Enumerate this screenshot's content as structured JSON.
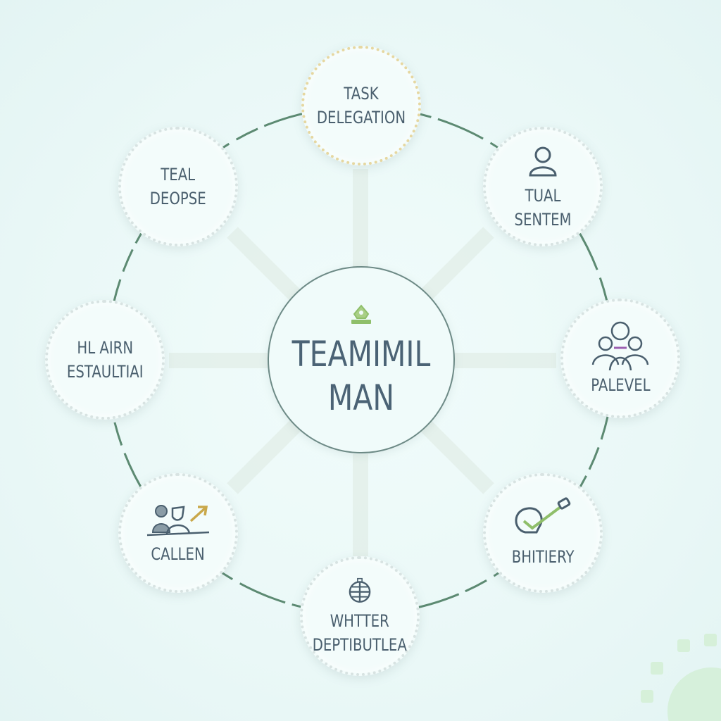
{
  "diagram": {
    "center": {
      "title": "TEAMIMIL\nMAN",
      "icon": "crown-badge-icon"
    },
    "nodes": [
      {
        "id": "task-delegation",
        "label": "TASK\nDELEGATION",
        "icon": null
      },
      {
        "id": "tual-sentem",
        "label": "TUAL SENTEM",
        "icon": "user-icon"
      },
      {
        "id": "palevel",
        "label": "PALEVEL",
        "icon": "group-icon"
      },
      {
        "id": "bhitiery",
        "label": "BHITIERY",
        "icon": "check-tool-icon"
      },
      {
        "id": "whtter-deptibutlea",
        "label": "WHTTER\nDEPTIBUTLEA",
        "icon": "globe-icon"
      },
      {
        "id": "callen",
        "label": "CALLEN",
        "icon": "people-arrow-icon"
      },
      {
        "id": "hl-airn",
        "label": "HL AIRN\nESTAULTIAI",
        "icon": null
      },
      {
        "id": "teal-deopse",
        "label": "TEAL\nDEOPSE",
        "icon": null
      }
    ],
    "colors": {
      "ring": "#5c8a72",
      "text": "#4a5f6e",
      "accent_gold": "#c9a84a",
      "accent_green": "#8fbf6a",
      "accent_purple": "#9b5fb0"
    }
  }
}
